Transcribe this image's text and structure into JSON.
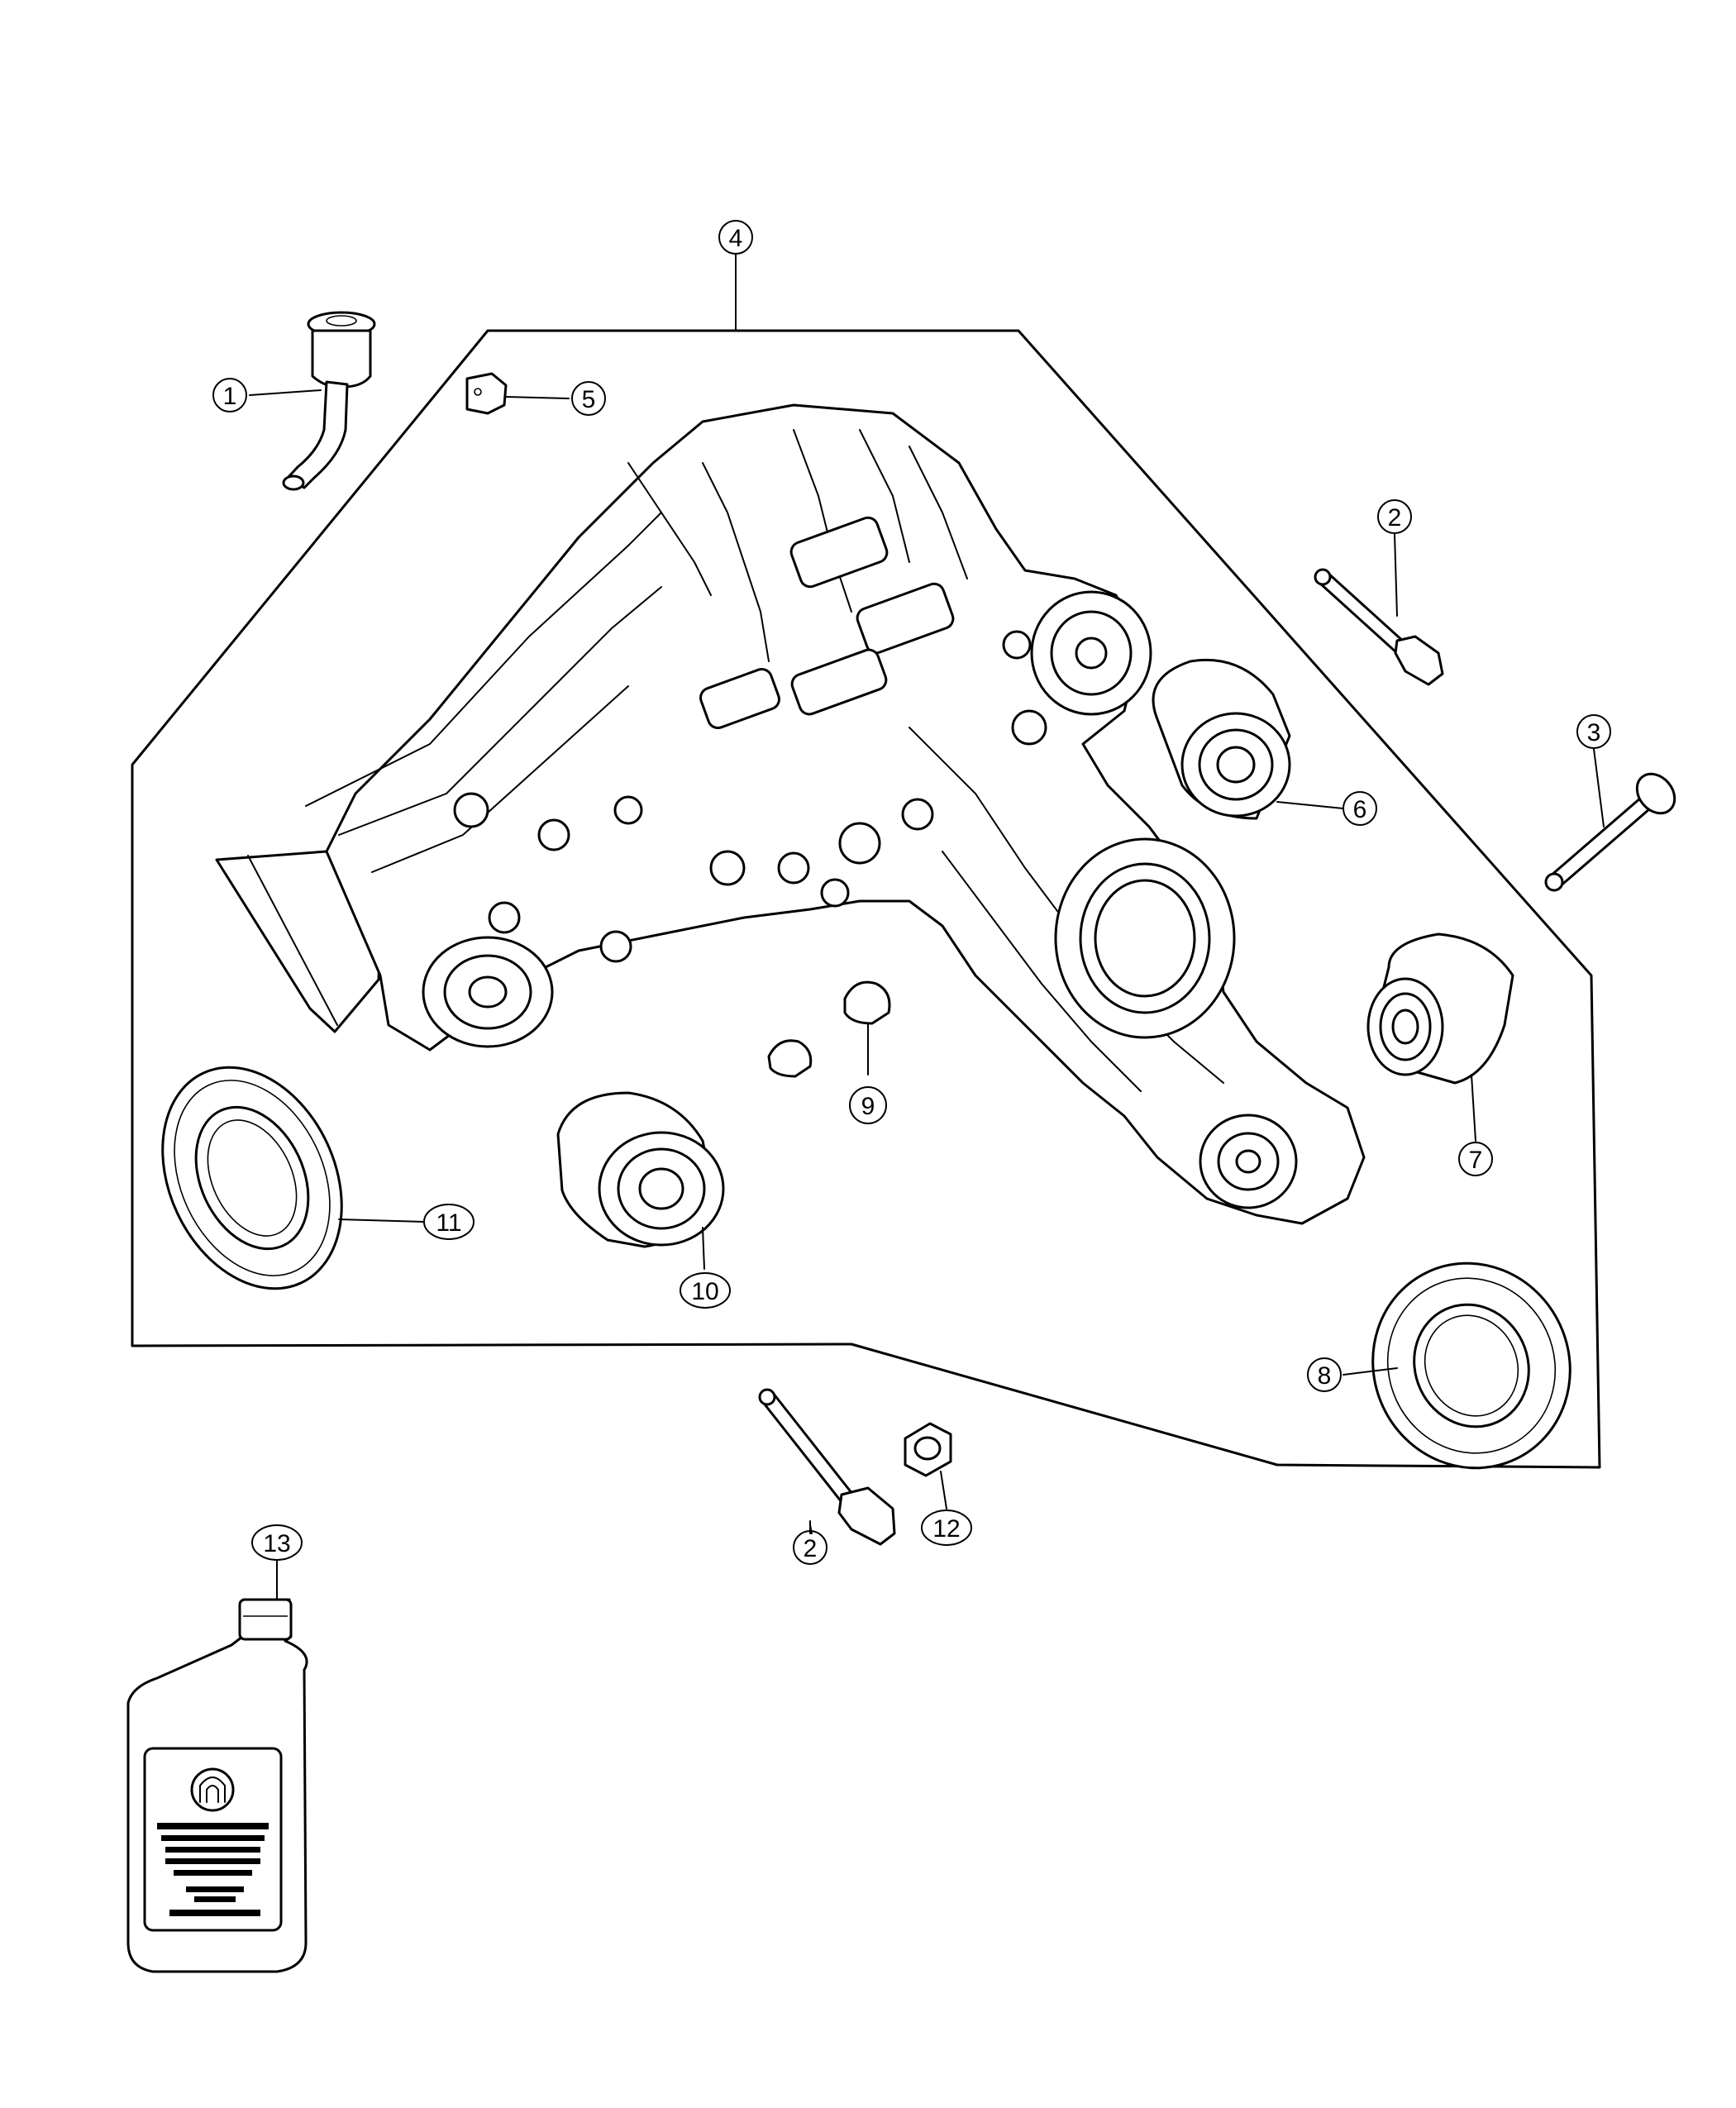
{
  "diagram": {
    "callouts": [
      {
        "id": "c1",
        "label": "1"
      },
      {
        "id": "c2a",
        "label": "2"
      },
      {
        "id": "c2b",
        "label": "2"
      },
      {
        "id": "c3",
        "label": "3"
      },
      {
        "id": "c4",
        "label": "4"
      },
      {
        "id": "c5",
        "label": "5"
      },
      {
        "id": "c6",
        "label": "6"
      },
      {
        "id": "c7",
        "label": "7"
      },
      {
        "id": "c8",
        "label": "8"
      },
      {
        "id": "c9",
        "label": "9"
      },
      {
        "id": "c10",
        "label": "10"
      },
      {
        "id": "c11",
        "label": "11"
      },
      {
        "id": "c12",
        "label": "12"
      },
      {
        "id": "c13",
        "label": "13"
      }
    ]
  },
  "colors": {
    "line": "#000000",
    "background": "#ffffff"
  },
  "icons": [
    "mopar-logo-icon"
  ]
}
